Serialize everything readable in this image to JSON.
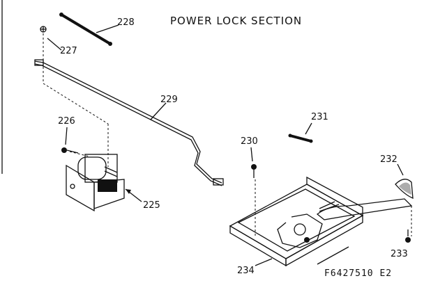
{
  "title": "POWER LOCK SECTION",
  "drawing_code": "F6427510  E2",
  "parts": {
    "p225": "225",
    "p226": "226",
    "p227": "227",
    "p228": "228",
    "p229": "229",
    "p230": "230",
    "p231": "231",
    "p232": "232",
    "p233": "233",
    "p234": "234"
  }
}
